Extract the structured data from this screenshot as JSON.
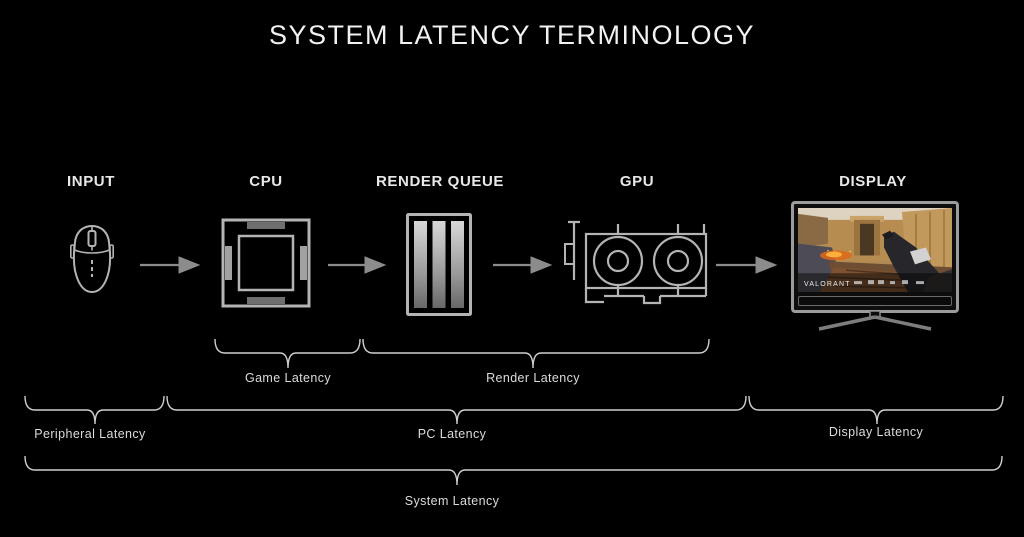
{
  "title": "SYSTEM LATENCY TERMINOLOGY",
  "pipeline": {
    "stages": [
      {
        "label": "INPUT",
        "icon": "mouse-icon"
      },
      {
        "label": "CPU",
        "icon": "cpu-chip-icon"
      },
      {
        "label": "RENDER QUEUE",
        "icon": "render-queue-icon"
      },
      {
        "label": "GPU",
        "icon": "gpu-card-icon"
      },
      {
        "label": "DISPLAY",
        "icon": "monitor-icon"
      }
    ]
  },
  "display_screen": {
    "game_title": "VALORANT"
  },
  "braces": {
    "game": {
      "label": "Game Latency"
    },
    "render": {
      "label": "Render Latency"
    },
    "peripheral": {
      "label": "Peripheral Latency"
    },
    "pc": {
      "label": "PC Latency"
    },
    "display": {
      "label": "Display Latency"
    },
    "system": {
      "label": "System Latency"
    }
  },
  "colors": {
    "bg": "#000000",
    "title": "#f2f2f2",
    "label": "#e8e8e8",
    "sublabel": "#dcdcdc",
    "icon": "#b4b4b4",
    "arrow": "#8c8c8c",
    "brace": "#cfcfcf"
  }
}
